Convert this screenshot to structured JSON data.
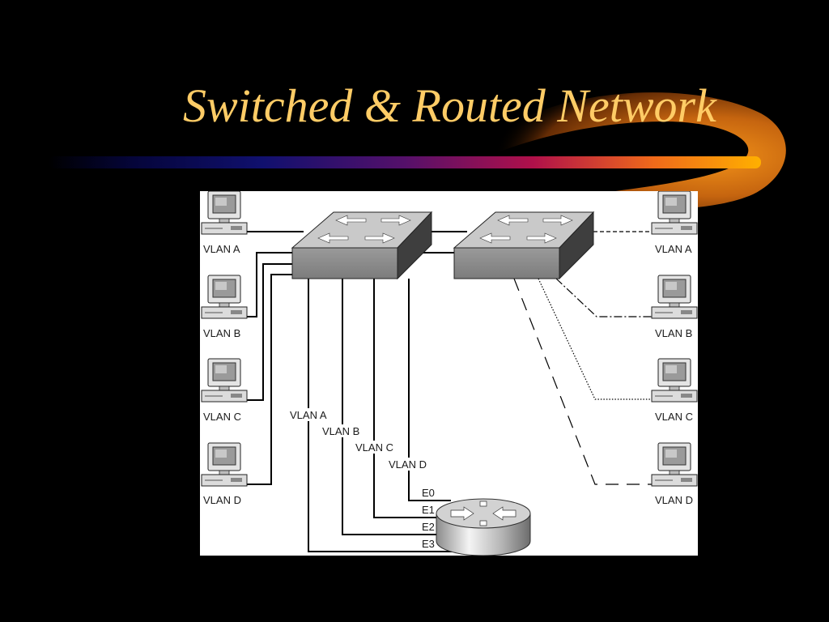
{
  "slide": {
    "title": "Switched & Routed Network",
    "title_color": "#ffcc66",
    "background_color": "#000000",
    "accent_colors": [
      "#0a0a66",
      "#cc0044",
      "#ff9900"
    ]
  },
  "diagram": {
    "left_hosts": [
      {
        "label": "VLAN A",
        "icon": "computer-icon"
      },
      {
        "label": "VLAN B",
        "icon": "computer-icon"
      },
      {
        "label": "VLAN C",
        "icon": "computer-icon"
      },
      {
        "label": "VLAN D",
        "icon": "computer-icon"
      }
    ],
    "right_hosts": [
      {
        "label": "VLAN A",
        "icon": "computer-icon"
      },
      {
        "label": "VLAN B",
        "icon": "computer-icon"
      },
      {
        "label": "VLAN C",
        "icon": "computer-icon"
      },
      {
        "label": "VLAN D",
        "icon": "computer-icon"
      }
    ],
    "trunk_labels": [
      "VLAN A",
      "VLAN B",
      "VLAN C",
      "VLAN D"
    ],
    "router_ports": [
      "E0",
      "E1",
      "E2",
      "E3"
    ],
    "devices": {
      "switch_left": "switch-icon",
      "switch_right": "switch-icon",
      "router": "router-icon"
    }
  }
}
